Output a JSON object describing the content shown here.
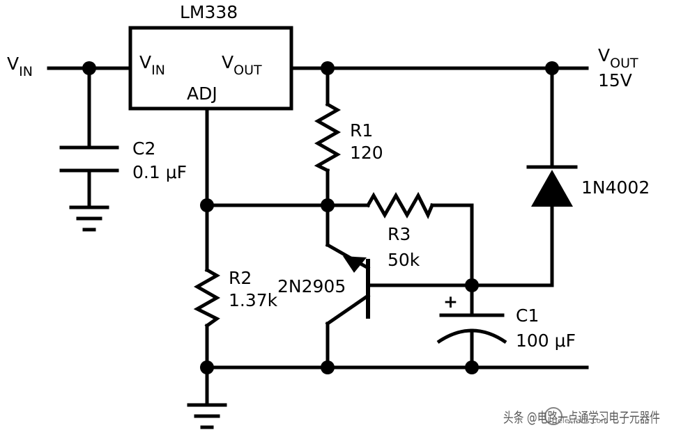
{
  "regulator": {
    "name": "LM338",
    "pin_vin": "V",
    "pin_vin_sub": "IN",
    "pin_vout": "V",
    "pin_vout_sub": "OUT",
    "pin_adj": "ADJ"
  },
  "input": {
    "label": "V",
    "sub": "IN"
  },
  "output": {
    "label": "V",
    "sub": "OUT",
    "value": "15V"
  },
  "c2": {
    "ref": "C2",
    "value": "0.1 μF"
  },
  "r1": {
    "ref": "R1",
    "value": "120"
  },
  "r2": {
    "ref": "R2",
    "value": "1.37k"
  },
  "r3": {
    "ref": "R3",
    "value": "50k"
  },
  "c1": {
    "ref": "C1",
    "value": "100 μF",
    "polarity": "+"
  },
  "diode": {
    "ref": "1N4002"
  },
  "transistor": {
    "ref": "2N2905"
  },
  "watermark": {
    "text": "头条 @电路一点通学习电子元器件",
    "site": "elecfans.com"
  }
}
